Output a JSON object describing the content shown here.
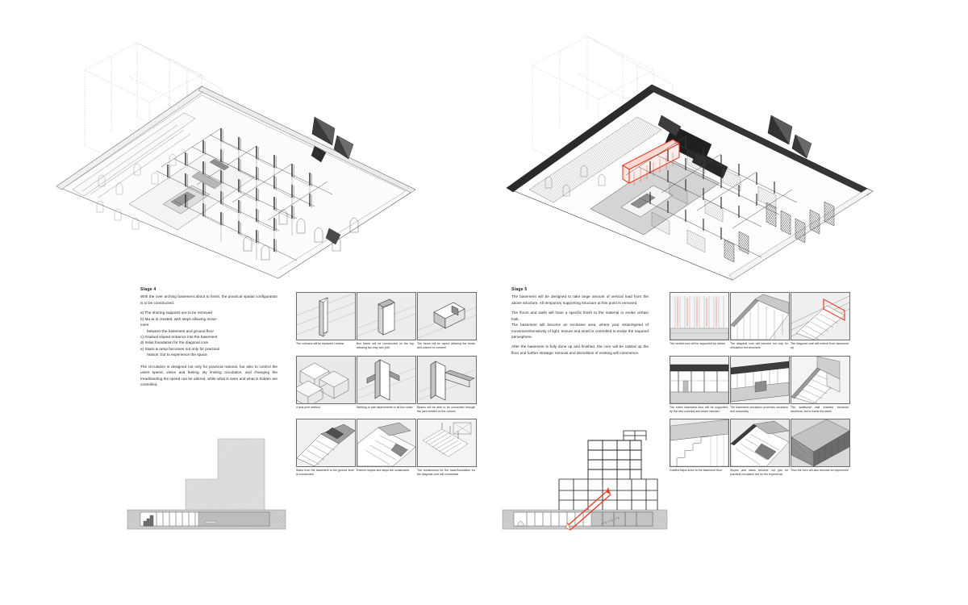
{
  "board": {
    "background_color": "#ffffff",
    "accent_color": "#e8402a",
    "line_color": "#333333",
    "fill_grey": "#d7d7d7"
  },
  "panels": [
    {
      "id": "stage-4",
      "stage_title": "Stage 4",
      "intro": "With the over arching basement about to finish, the practical spatial configuration is to be constructed.",
      "list_items": [
        "a) The shoring supports are to be removed",
        "b) Ma-ta is created, with steps allowing move-",
        "ment",
        "between the basement and ground floor",
        "c) Gradual sloped entrance into the basement",
        "d) Initial foundation for the diagonal core",
        "e) Stairs & ramp becomes not only for practical",
        "reason, but to experience the space."
      ],
      "closing": "The circulation is designed not only for practical rational, but also to control the users speed, vision and feeling. By limiting circulation, and changing the tread/landing the speed can be altered, while what is seen and what is hidden are controlled.",
      "axonometric_label": "basement-structural-axonometric-stage-4",
      "section_label": "building-section-stage-4",
      "thumbnails": [
        {
          "id": "t1",
          "icon": "steel-i-beam-column",
          "caption": "The columns will be replaced I beams"
        },
        {
          "id": "t2",
          "icon": "box-frame-column-head",
          "caption": "Box frame will be constructed on the top, allowing two way axis joint"
        },
        {
          "id": "t3",
          "icon": "beam-cap-connection",
          "caption": "The beam will be caped allowing the beam and column to connect"
        },
        {
          "id": "t4",
          "icon": "four-axis-joint-grid",
          "caption": "4 axis joint method"
        },
        {
          "id": "t5",
          "icon": "welded-joint-attachment",
          "caption": "Welding or joint attachments to all four sides"
        },
        {
          "id": "t6",
          "icon": "beam-into-welded-joint",
          "caption": "Beams will be able to be connected through the joint welded on the column"
        },
        {
          "id": "t7",
          "icon": "basement-stair-to-ground",
          "caption": "Stairs from the basement to the ground level is constructed"
        },
        {
          "id": "t8",
          "icon": "exterior-slope-steps",
          "caption": "Exterior slopes and steps are constructed"
        },
        {
          "id": "t9",
          "icon": "diagonal-core-foundation",
          "caption": "The construction for the base/foundation for the diagonal core will commence"
        }
      ]
    },
    {
      "id": "stage-5",
      "stage_title": "Stage 5",
      "intro": "The basement will be designed to take large amount of vertical load from the above structure. All temporary supporting structure at this point is removed.",
      "paragraph_two": "The floors and walls will have a specific finish to the material to evoke certain look.",
      "paragraph_three": "The basement will become an exclusive area, where your vision/speed of movement/sensitivity of light, texture and smell is controlled to evoke the required atmosphere.",
      "paragraph_four": "After the basement is fully done up and finished, the core will be casted up the floor and further strategic removal and demolition of existing will commence.",
      "axonometric_label": "basement-finished-axonometric-stage-5",
      "section_label": "building-section-stage-5",
      "thumbnails": [
        {
          "id": "r1",
          "icon": "central-core-rebar",
          "caption": "The central core will be supported by rebars"
        },
        {
          "id": "r2",
          "icon": "diagonal-core-structural",
          "caption": "The diagonal core will become not only for circulation but structural"
        },
        {
          "id": "r3",
          "icon": "diagonal-core-extend-up",
          "caption": "The diagonal core will extend from basement up"
        },
        {
          "id": "r4",
          "icon": "basement-floor-support",
          "caption": "The entire basement floor will be supported by the new columns and beam inserted"
        },
        {
          "id": "r5",
          "icon": "basement-circulation-seclusion",
          "caption": "The basement circulation promotes seclusion and exclusivity"
        },
        {
          "id": "r6",
          "icon": "additional-structural-wall",
          "caption": "The additional wall inserted becomes structural, but to frame the stairs"
        },
        {
          "id": "r7",
          "icon": "grafted-steps-down",
          "caption": "Grafted steps down to the basement floor"
        },
        {
          "id": "r8",
          "icon": "slopes-stairs-experience",
          "caption": "Slopes and stairs become not just for practical circulation but for the experience"
        },
        {
          "id": "r9",
          "icon": "core-as-experience",
          "caption": "Thus the core will also become an experience"
        }
      ]
    }
  ]
}
